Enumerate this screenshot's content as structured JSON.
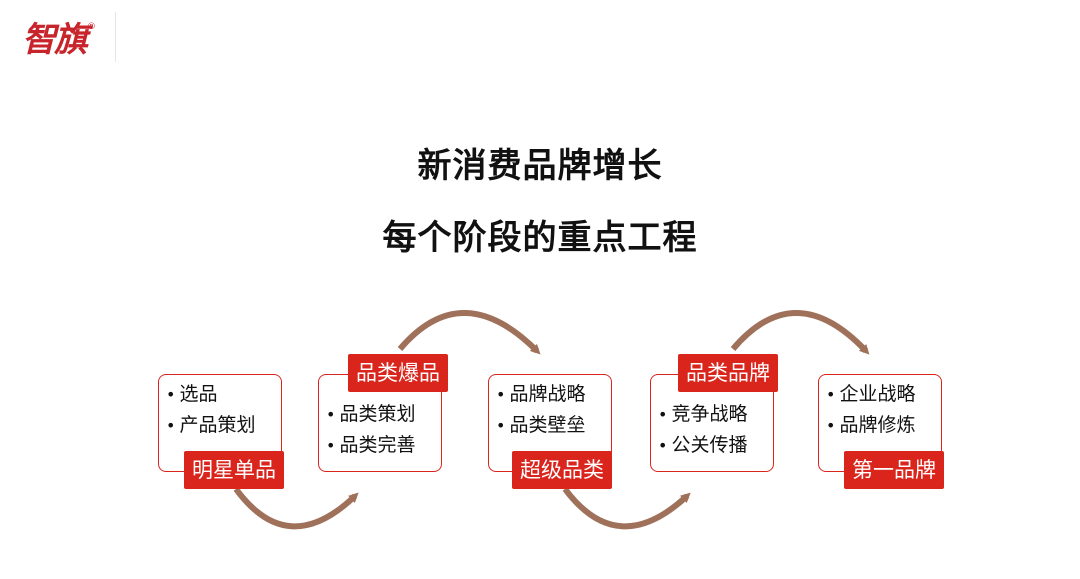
{
  "logo": {
    "text": "智旗",
    "registered": "®"
  },
  "title": {
    "line1": "新消费品牌增长",
    "line2": "每个阶段的重点工程"
  },
  "stages": [
    {
      "label": "明星单品",
      "items": [
        "选品",
        "产品策划"
      ]
    },
    {
      "label": "品类爆品",
      "items": [
        "品类策划",
        "品类完善"
      ]
    },
    {
      "label": "超级品类",
      "items": [
        "品牌战略",
        "品类壁垒"
      ]
    },
    {
      "label": "品类品牌",
      "items": [
        "竞争战略",
        "公关传播"
      ]
    },
    {
      "label": "第一品牌",
      "items": [
        "企业战略",
        "品牌修炼"
      ]
    }
  ],
  "colors": {
    "accent": "#d9251c",
    "arrow": "#a0715a",
    "text": "#111111"
  },
  "bullet": "•"
}
